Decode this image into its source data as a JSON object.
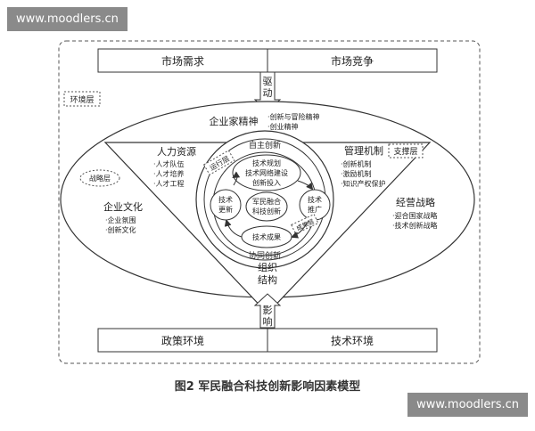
{
  "watermark": "www.moodlers.cn",
  "caption": "图2  军民融合科技创新影响因素模型",
  "top_boxes": [
    "市场需求",
    "市场竞争"
  ],
  "bottom_boxes": [
    "政策环境",
    "技术环境"
  ],
  "arrows": {
    "drive": [
      "驱",
      "动"
    ],
    "influence": [
      "影",
      "响"
    ]
  },
  "layers": {
    "environment": "环境层",
    "strategy": "战略层",
    "support": "支撑层",
    "operation": "运行层"
  },
  "entrepreneur": {
    "title": "企业家精神",
    "items": [
      "·创新与冒险精神",
      "·创业精神"
    ]
  },
  "hr": {
    "title": "人力资源",
    "items": [
      "·人才队伍",
      "·人才培养",
      "·人才工程"
    ]
  },
  "mgmt": {
    "title": "管理机制",
    "items": [
      "·创新机制",
      "·激励机制",
      "·知识产权保护"
    ]
  },
  "culture": {
    "title": "企业文化",
    "items": [
      "·企业氛围",
      "·创新文化"
    ]
  },
  "strategy_block": {
    "title": "经营战略",
    "items": [
      "·迎合国家战略",
      "·技术创新战略"
    ]
  },
  "rings": {
    "self_innovation": "自主创新",
    "co_innovation": "协同创新",
    "achievement_layer": "成果层"
  },
  "nodes": {
    "planning": [
      "技术规划",
      "技术网络建设",
      "创新投入"
    ],
    "center": [
      "军民融合",
      "科技创新"
    ],
    "update": [
      "技术",
      "更新"
    ],
    "promote": [
      "技术",
      "推广"
    ],
    "results": "技术成果"
  },
  "org": [
    "组织",
    "结构"
  ]
}
